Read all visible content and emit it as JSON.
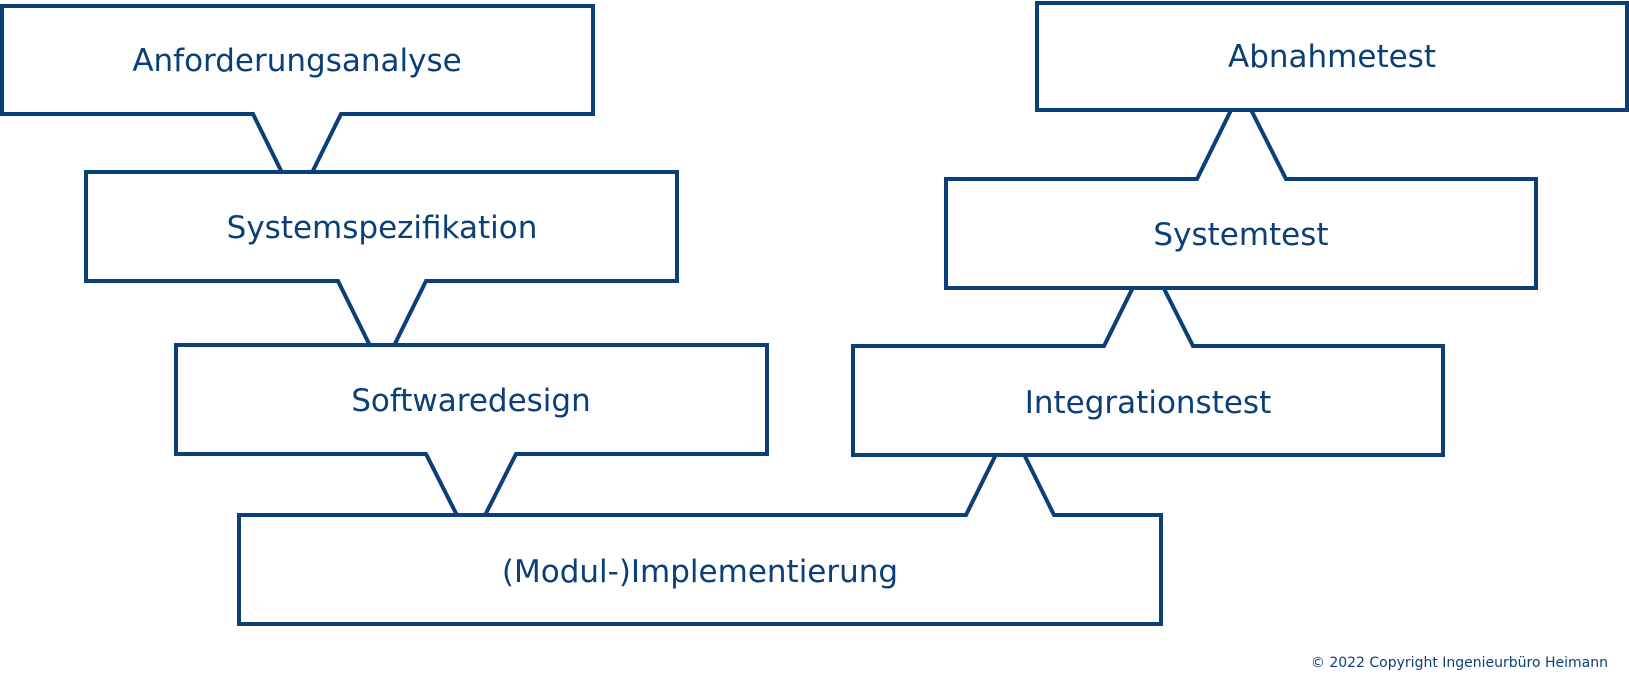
{
  "diagram": {
    "colors": {
      "stroke": "#0b3f78",
      "text": "#0b3f78",
      "fill": "#ffffff"
    },
    "left_branch": [
      {
        "label": "Anforderungsanalyse"
      },
      {
        "label": "Systemspezifikation"
      },
      {
        "label": "Softwaredesign"
      }
    ],
    "bottom": {
      "label": "(Modul-)Implementierung"
    },
    "right_branch": [
      {
        "label": "Integrationstest"
      },
      {
        "label": "Systemtest"
      },
      {
        "label": "Abnahmetest"
      }
    ]
  },
  "footer": {
    "copyright": "© 2022 Copyright Ingenieurbüro Heimann"
  }
}
